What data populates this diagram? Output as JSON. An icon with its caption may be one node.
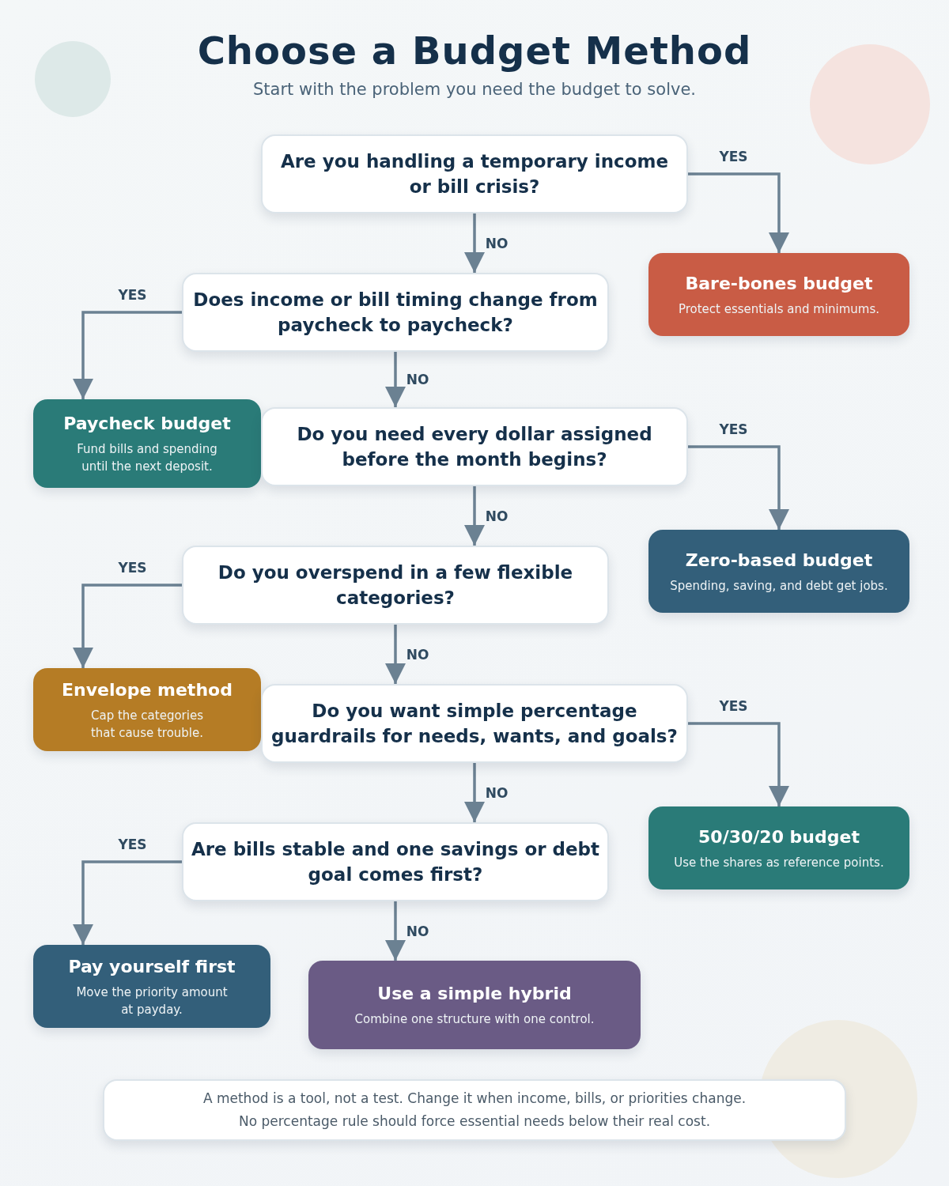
{
  "diagram": {
    "title": "Choose a Budget Method",
    "nodes": [
      {
        "text": [
          "Are you handling a temporary income or bill crisis?"
        ]
      },
      {
        "text": [
          "Bare-bones budget",
          "Protect essentials and minimums."
        ]
      },
      {
        "text": [
          "Does income or bill timing change from paycheck to paycheck?"
        ]
      },
      {
        "text": [
          "Paycheck budget",
          "Fund bills and spending until the next deposit."
        ]
      },
      {
        "text": [
          "Do you need every dollar assigned before the month begins?"
        ]
      },
      {
        "text": [
          "Zero-based budget",
          "Spending, saving, and debt get jobs."
        ]
      },
      {
        "text": [
          "Do you overspend in a few flexible categories?"
        ]
      },
      {
        "text": [
          "Envelope method",
          "Cap the categories that cause trouble."
        ]
      },
      {
        "text": [
          "Do you want simple percentage guardrails for needs, wants, and goals?"
        ]
      },
      {
        "text": [
          "50/30/20 budget",
          "Use the shares as reference points."
        ]
      },
      {
        "text": [
          "Are bills stable and one savings or debt goal comes first?"
        ]
      },
      {
        "text": [
          "Pay yourself first",
          "Move the priority amount at payday."
        ]
      },
      {
        "text": [
          "Use a simple hybrid",
          "Combine one structure with one control."
        ]
      },
      {
        "text": [
          "A method is a tool, not a test. Change it when income, bills, or priorities change.",
          "No percentage rule should force essential needs below their real cost."
        ]
      }
    ],
    "edges": [
      {
        "from": 0,
        "to": 1,
        "arrow": "to",
        "label": "YES"
      },
      {
        "from": 0,
        "to": 2,
        "arrow": "to",
        "label": "NO"
      },
      {
        "from": 2,
        "to": 3,
        "arrow": "to",
        "label": "YES"
      },
      {
        "from": 2,
        "to": 4,
        "arrow": "to",
        "label": "NO"
      },
      {
        "from": 4,
        "to": 5,
        "arrow": "to",
        "label": "YES"
      },
      {
        "from": 4,
        "to": 6,
        "arrow": "to",
        "label": "NO"
      },
      {
        "from": 6,
        "to": 7,
        "arrow": "to",
        "label": "YES"
      },
      {
        "from": 6,
        "to": 8,
        "arrow": "to",
        "label": "NO"
      },
      {
        "from": 8,
        "to": 9,
        "arrow": "to",
        "label": "YES"
      },
      {
        "from": 8,
        "to": 10,
        "arrow": "to",
        "label": "NO"
      },
      {
        "from": 10,
        "to": 11,
        "arrow": "to",
        "label": "YES"
      },
      {
        "from": 10,
        "to": 12,
        "arrow": "to",
        "label": "NO"
      }
    ],
    "labels": [
      "Start with the problem you need the budget to solve."
    ]
  }
}
